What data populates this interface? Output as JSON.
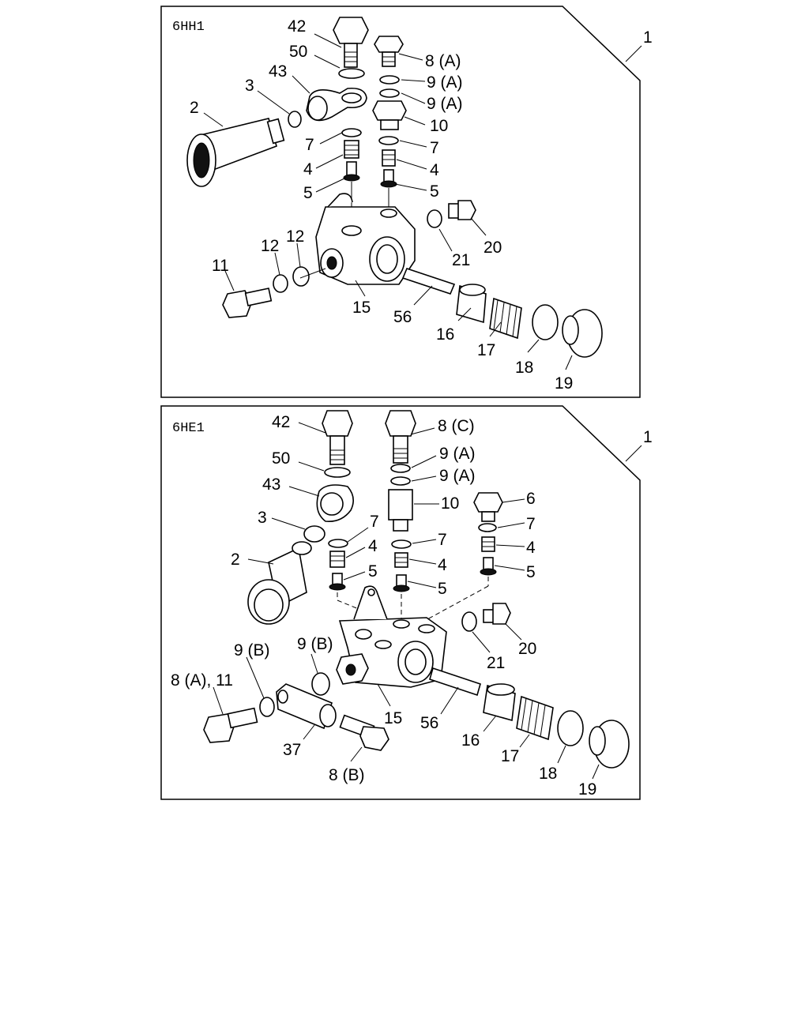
{
  "panels": [
    {
      "code": "6HH1",
      "assembly_ref": "1",
      "labels": {
        "p42": "42",
        "p50": "50",
        "p8": "8 (A)",
        "p9a": "9 (A)",
        "p9b": "9 (A)",
        "p43": "43",
        "p3": "3",
        "p2": "2",
        "p10": "10",
        "p7l": "7",
        "p7r": "7",
        "p4l": "4",
        "p4r": "4",
        "p5l": "5",
        "p5r": "5",
        "p20": "20",
        "p21": "21",
        "p12a": "12",
        "p12b": "12",
        "p11": "11",
        "p15": "15",
        "p56": "56",
        "p16": "16",
        "p17": "17",
        "p18": "18",
        "p19": "19"
      }
    },
    {
      "code": "6HE1",
      "assembly_ref": "1",
      "labels": {
        "p42": "42",
        "p8c": "8 (C)",
        "p50": "50",
        "p9a": "9 (A)",
        "p9b": "9 (A)",
        "p43": "43",
        "p10": "10",
        "p6": "6",
        "p3": "3",
        "p7l": "7",
        "p7m": "7",
        "p7r": "7",
        "p4l": "4",
        "p4m": "4",
        "p4r": "4",
        "p2": "2",
        "p5l": "5",
        "p5m": "5",
        "p5r": "5",
        "p9bl": "9 (B)",
        "p9br": "9 (B)",
        "p20": "20",
        "p21": "21",
        "p8a11": "8 (A), 11",
        "p15": "15",
        "p56": "56",
        "p16": "16",
        "p37": "37",
        "p17": "17",
        "p18": "18",
        "p19": "19",
        "p8b": "8 (B)"
      }
    }
  ]
}
